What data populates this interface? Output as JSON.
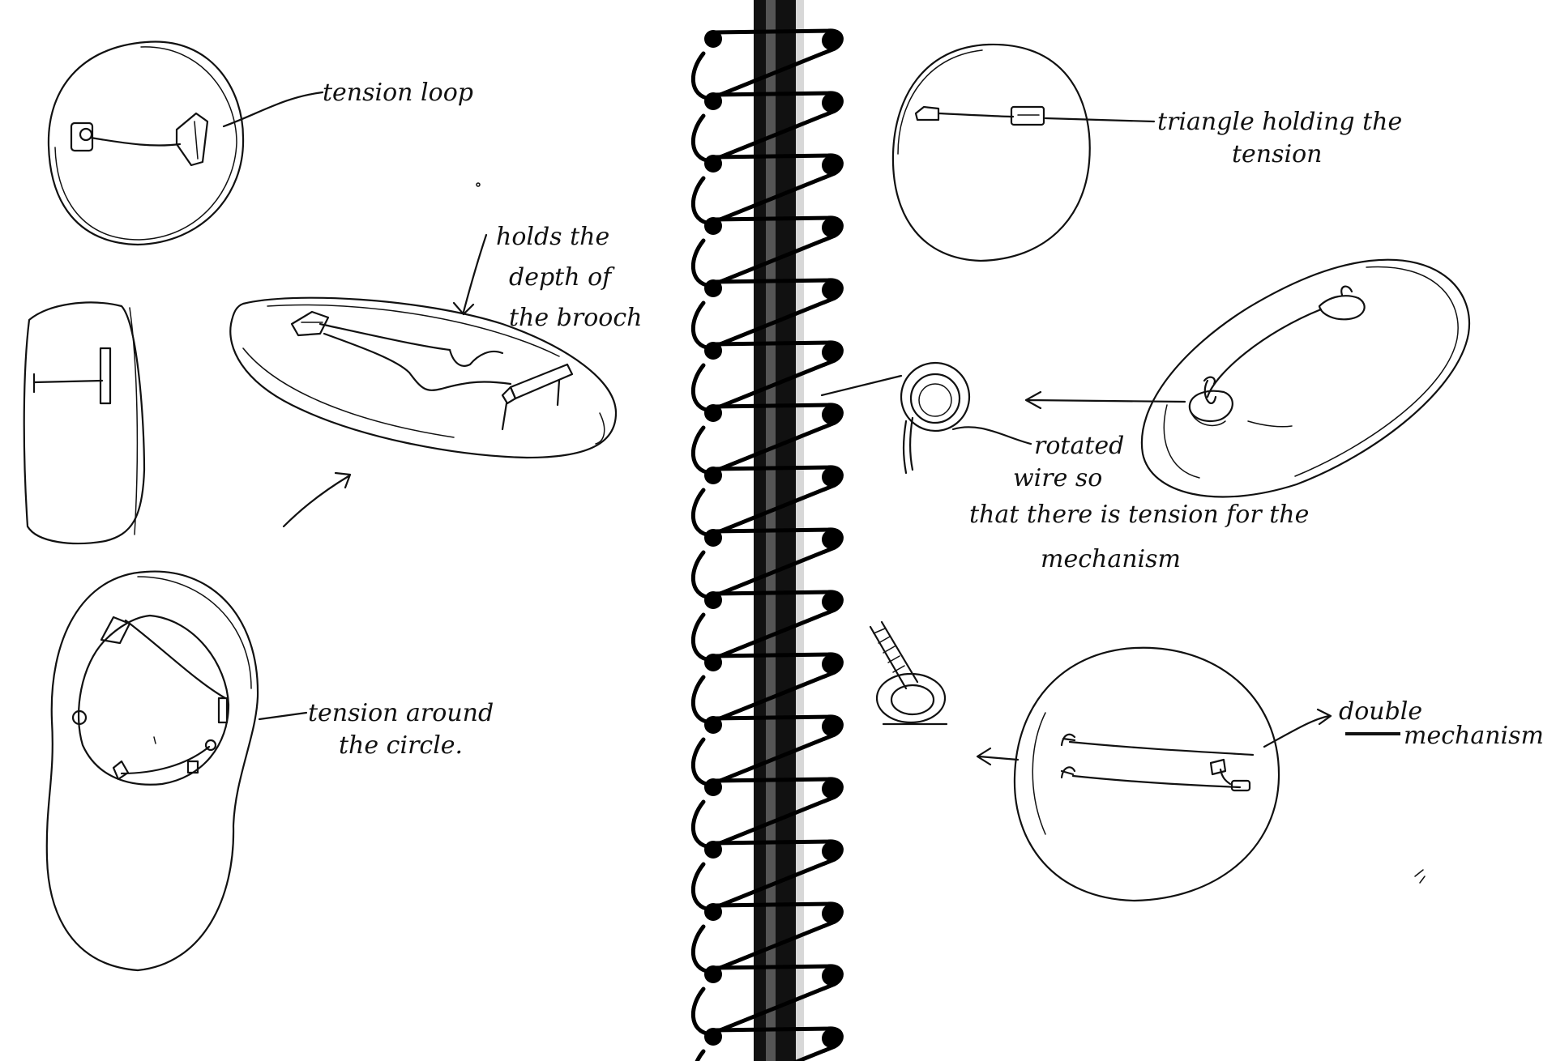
{
  "annotations": {
    "tension_loop": "tension loop",
    "holds_depth_1": "holds the",
    "holds_depth_2": "depth of",
    "holds_depth_3": "the brooch",
    "tension_circle_1": "tension around",
    "tension_circle_2": "the circle.",
    "triangle_1": "triangle holding the",
    "triangle_2": "tension",
    "rotated_1": "rotated",
    "rotated_2": "wire so",
    "rotated_3": "that there is tension for the",
    "rotated_4": "mechanism",
    "double_1": "double",
    "double_2": "mechanism"
  },
  "colors": {
    "paper": "#ffffff",
    "ink": "#111111"
  }
}
